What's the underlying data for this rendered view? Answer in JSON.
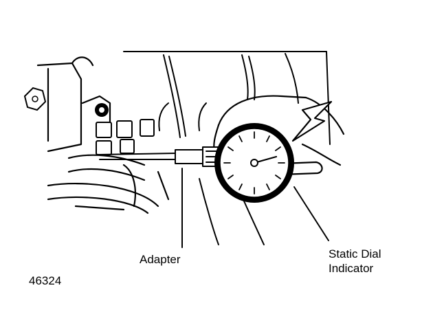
{
  "figure": {
    "id": "46324",
    "callouts": {
      "adapter": "Adapter",
      "indicator_line1": "Static Dial",
      "indicator_line2": "Indicator"
    }
  }
}
